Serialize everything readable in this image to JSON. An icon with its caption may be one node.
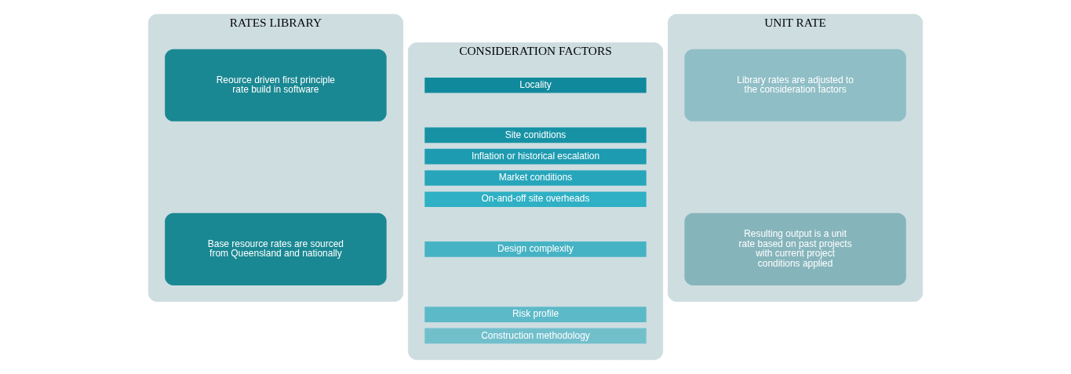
{
  "diagram": {
    "nodes": [
      {
        "text": [
          "RATES LIBRARY"
        ]
      },
      {
        "text": [
          "Reource driven first principle rate build in software"
        ],
        "in": 0
      },
      {
        "text": [
          "Base resource rates are sourced from Queensland and nationally"
        ],
        "in": 0
      },
      {
        "text": [
          "CONSIDERATION FACTORS"
        ]
      },
      {
        "text": [
          "Locality"
        ],
        "in": 3
      },
      {
        "text": [
          "Site conidtions"
        ],
        "in": 3
      },
      {
        "text": [
          "Inflation or historical escalation"
        ],
        "in": 3
      },
      {
        "text": [
          "Market conditions"
        ],
        "in": 3
      },
      {
        "text": [
          "On-and-off site overheads"
        ],
        "in": 3
      },
      {
        "text": [
          "Design complexity"
        ],
        "in": 3
      },
      {
        "text": [
          "Risk profile"
        ],
        "in": 3
      },
      {
        "text": [
          "Construction methodology"
        ],
        "in": 3
      },
      {
        "text": [
          "UNIT RATE"
        ]
      },
      {
        "text": [
          "Library rates are adjusted to the consideration factors"
        ],
        "in": 12
      },
      {
        "text": [
          "Resulting output is a unit rate based on past projects with current project conditions applied"
        ],
        "in": 12
      }
    ],
    "edges": []
  }
}
